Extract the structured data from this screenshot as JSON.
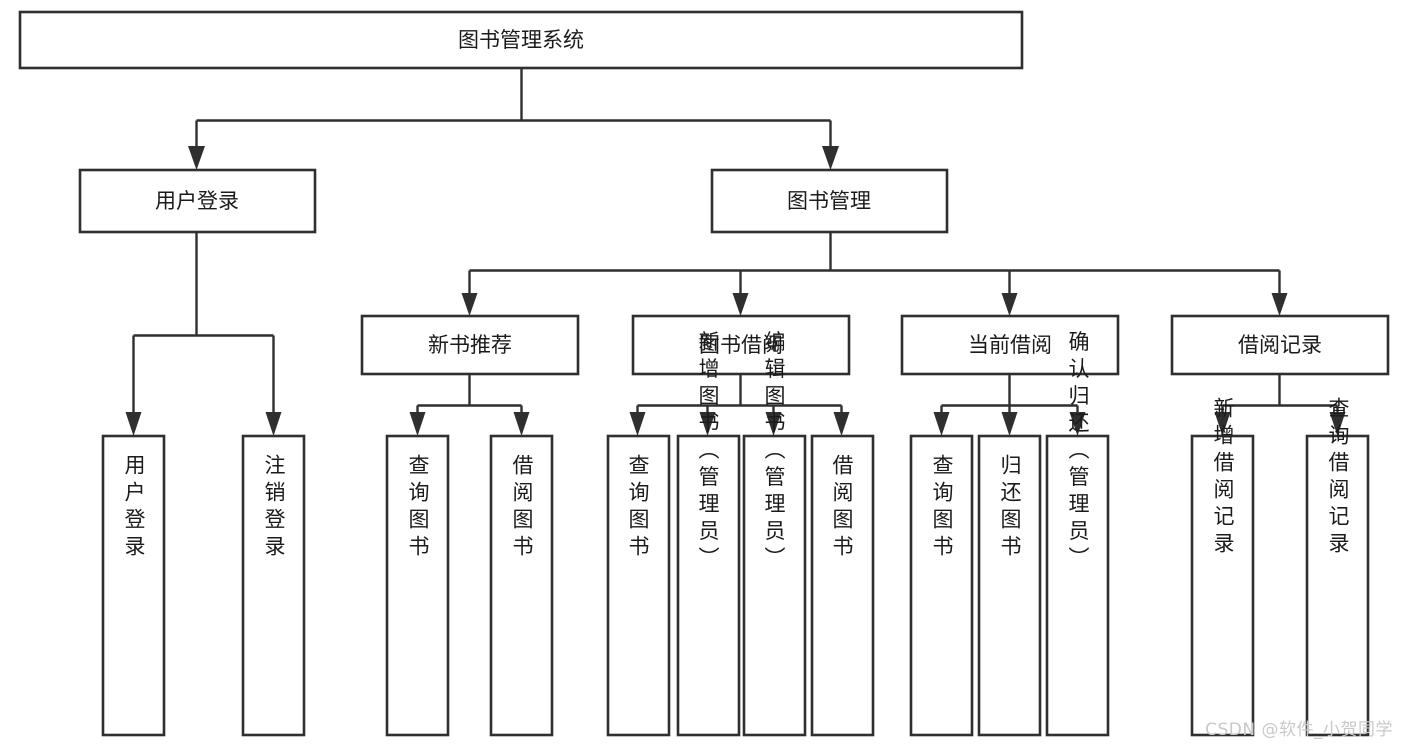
{
  "diagram": {
    "title": "图书管理系统",
    "type": "tree-hierarchy",
    "watermark": "CSDN @软件_小贺同学",
    "colors": {
      "background": "#ffffff",
      "box_border": "#2f2f2f",
      "box_fill": "#ffffff",
      "text": "#1b1b1b",
      "connector": "#2f2f2f",
      "watermark": "#c9c9c9"
    },
    "levels": {
      "root": "图书管理系统",
      "level2": [
        "用户登录",
        "图书管理"
      ],
      "level3": [
        "新书推荐",
        "图书借阅",
        "当前借阅",
        "借阅记录"
      ]
    },
    "nodes": {
      "root": {
        "label": "图书管理系统",
        "orientation": "horizontal"
      },
      "user_login": {
        "label": "用户登录",
        "orientation": "horizontal"
      },
      "book_manage": {
        "label": "图书管理",
        "orientation": "horizontal"
      },
      "new_book_rec": {
        "label": "新书推荐",
        "orientation": "horizontal"
      },
      "book_borrow": {
        "label": "图书借阅",
        "orientation": "horizontal"
      },
      "current_borrow": {
        "label": "当前借阅",
        "orientation": "horizontal"
      },
      "borrow_record": {
        "label": "借阅记录",
        "orientation": "horizontal"
      },
      "leaf_user_login": {
        "label": "用户登录",
        "orientation": "vertical"
      },
      "leaf_logout": {
        "label": "注销登录",
        "orientation": "vertical"
      },
      "leaf_query_book_a": {
        "label": "查询图书",
        "orientation": "vertical"
      },
      "leaf_borrow_book_a": {
        "label": "借阅图书",
        "orientation": "vertical"
      },
      "leaf_query_book_b": {
        "label": "查询图书",
        "orientation": "vertical"
      },
      "leaf_add_book": {
        "label": "新增图书（管理员）",
        "orientation": "vertical"
      },
      "leaf_edit_book": {
        "label": "编辑图书（管理员）",
        "orientation": "vertical"
      },
      "leaf_borrow_book_b": {
        "label": "借阅图书",
        "orientation": "vertical"
      },
      "leaf_query_book_c": {
        "label": "查询图书",
        "orientation": "vertical"
      },
      "leaf_return_book": {
        "label": "归还图书",
        "orientation": "vertical"
      },
      "leaf_confirm_return": {
        "label": "确认归还（管理员）",
        "orientation": "vertical"
      },
      "leaf_add_record": {
        "label": "新增借阅记录",
        "orientation": "vertical"
      },
      "leaf_query_record": {
        "label": "查询借阅记录",
        "orientation": "vertical"
      }
    },
    "edges": [
      {
        "from": "图书管理系统",
        "to": "用户登录"
      },
      {
        "from": "图书管理系统",
        "to": "图书管理"
      },
      {
        "from": "图书管理",
        "to": "新书推荐"
      },
      {
        "from": "图书管理",
        "to": "图书借阅"
      },
      {
        "from": "图书管理",
        "to": "当前借阅"
      },
      {
        "from": "图书管理",
        "to": "借阅记录"
      },
      {
        "from": "用户登录",
        "to": "用户登录"
      },
      {
        "from": "用户登录",
        "to": "注销登录"
      },
      {
        "from": "新书推荐",
        "to": "查询图书"
      },
      {
        "from": "新书推荐",
        "to": "借阅图书"
      },
      {
        "from": "图书借阅",
        "to": "查询图书"
      },
      {
        "from": "图书借阅",
        "to": "新增图书（管理员）"
      },
      {
        "from": "图书借阅",
        "to": "编辑图书（管理员）"
      },
      {
        "from": "图书借阅",
        "to": "借阅图书"
      },
      {
        "from": "当前借阅",
        "to": "查询图书"
      },
      {
        "from": "当前借阅",
        "to": "归还图书"
      },
      {
        "from": "当前借阅",
        "to": "确认归还（管理员）"
      },
      {
        "from": "借阅记录",
        "to": "新增借阅记录"
      },
      {
        "from": "借阅记录",
        "to": "查询借阅记录"
      }
    ]
  }
}
